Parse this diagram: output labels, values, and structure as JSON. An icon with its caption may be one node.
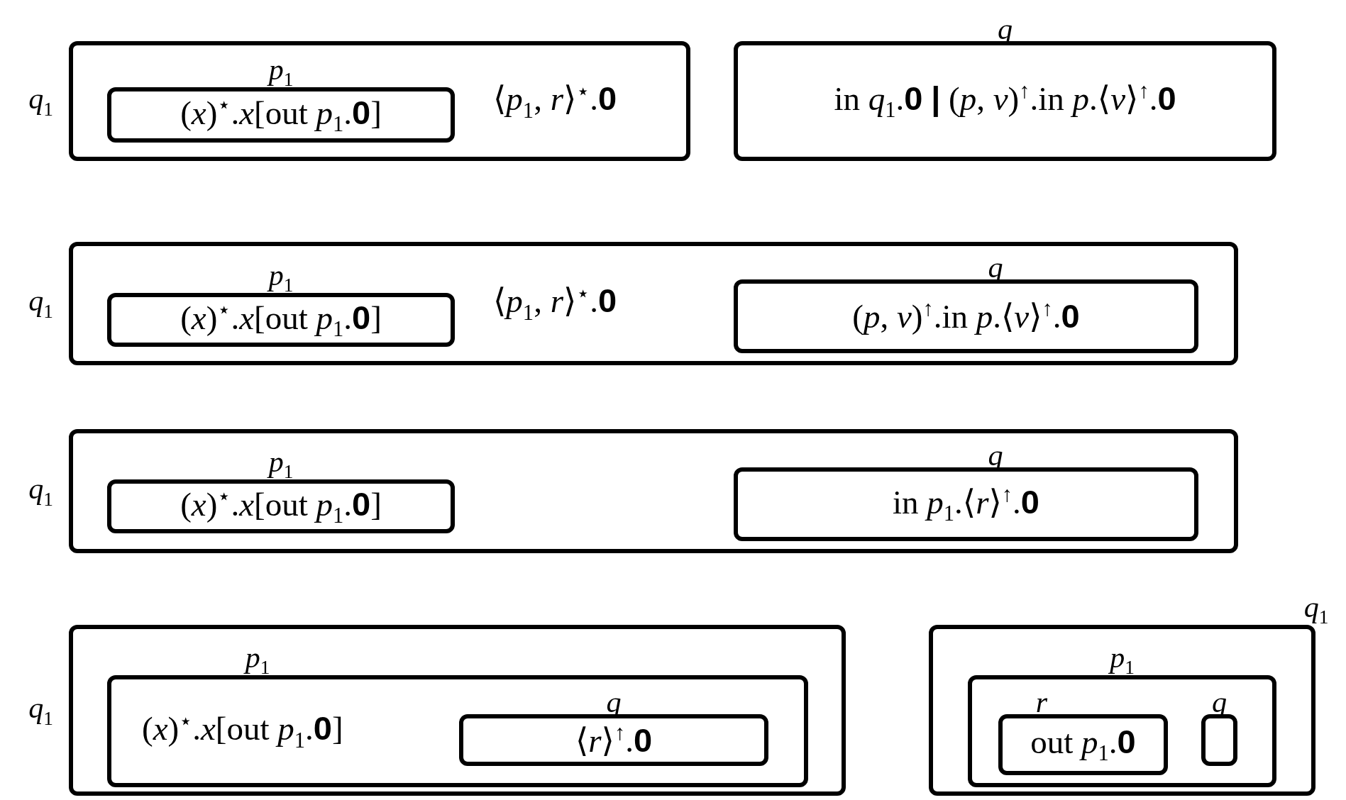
{
  "diagram": {
    "nodes": [
      {
        "text": [
          "*q*$_{1}$",
          "⟨*p*$_{1}$, *r*⟩$^{⋆}$.**0**"
        ]
      },
      {
        "text": [
          "*p*$_{1}$",
          "(*x*)$^{⋆}$.*x*[out *p*$_{1}$.**0**]"
        ],
        "in": 0
      },
      {
        "text": [
          "*q*",
          "in *q*$_{1}$.**0** **|** (*p*, *v*)$^{↑}$.in *p*.⟨*v*⟩$^{↑}$.**0**"
        ]
      },
      {
        "text": [
          "*q*$_{1}$",
          "⟨*p*$_{1}$, *r*⟩$^{⋆}$.**0**"
        ]
      },
      {
        "text": [
          "*p*$_{1}$",
          "(*x*)$^{⋆}$.*x*[out *p*$_{1}$.**0**]"
        ],
        "in": 3
      },
      {
        "text": [
          "*q*",
          "(*p*, *v*)$^{↑}$.in *p*.⟨*v*⟩$^{↑}$.**0**"
        ],
        "in": 3
      },
      {
        "text": [
          "*q*$_{1}$"
        ]
      },
      {
        "text": [
          "*p*$_{1}$",
          "(*x*)$^{⋆}$.*x*[out *p*$_{1}$.**0**]"
        ],
        "in": 6
      },
      {
        "text": [
          "*q*",
          "in *p*$_{1}$.⟨*r*⟩$^{↑}$.**0**"
        ],
        "in": 6
      },
      {
        "text": [
          "*q*$_{1}$"
        ]
      },
      {
        "text": [
          "*p*$_{1}$",
          "(*x*)$^{⋆}$.*x*[out *p*$_{1}$.**0**]"
        ],
        "in": 9
      },
      {
        "text": [
          "*q*",
          "⟨*r*⟩$^{↑}$.**0**"
        ],
        "in": 10
      },
      {
        "text": [
          "*q*$_{1}$"
        ]
      },
      {
        "text": [
          "*p*$_{1}$"
        ],
        "in": 12
      },
      {
        "text": [
          "*r*",
          "out *p*$_{1}$.**0**"
        ],
        "in": 13
      },
      {
        "text": [
          "*q*"
        ],
        "in": 13
      }
    ]
  }
}
